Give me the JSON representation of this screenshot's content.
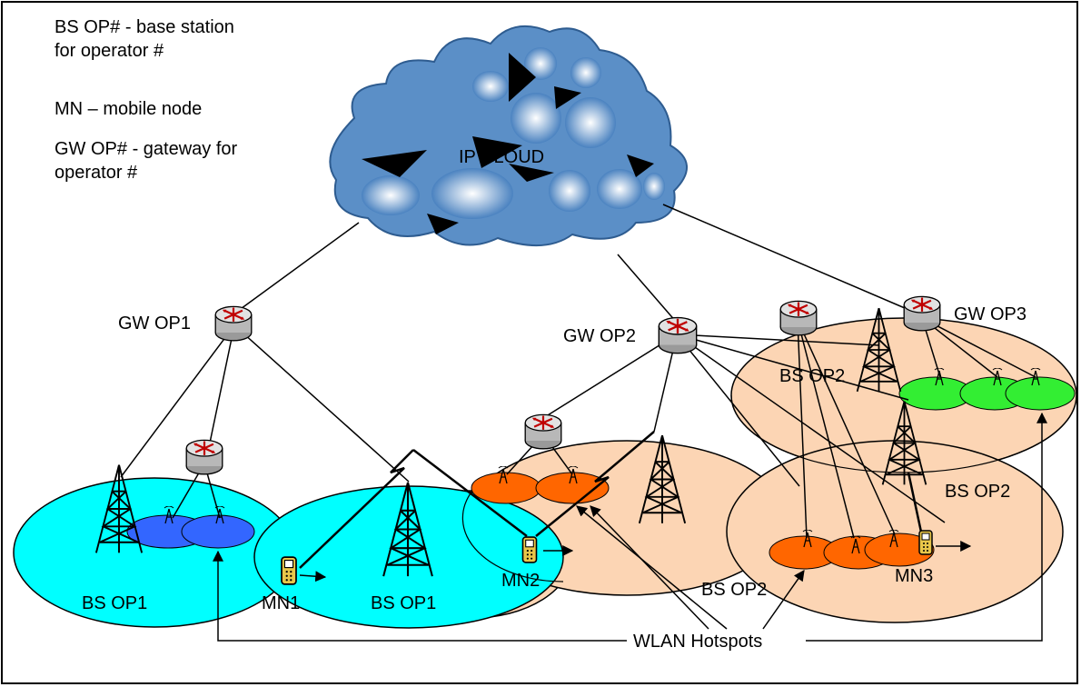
{
  "legend": {
    "bs_line1": "BS OP# - base station",
    "bs_line2": "for operator #",
    "mn": "MN – mobile node",
    "gw_line1": "GW OP# - gateway for",
    "gw_line2": "operator #"
  },
  "labels": {
    "cloud": "IP CLOUD",
    "gw_op1": "GW OP1",
    "gw_op2": "GW OP2",
    "gw_op3": "GW OP3",
    "bs_op1_left": "BS OP1",
    "bs_op1_mid": "BS OP1",
    "bs_op2_mid": "BS OP2",
    "bs_op2_upper": "BS OP2",
    "bs_op2_right": "BS OP2",
    "mn1": "MN1",
    "mn2": "MN2",
    "mn3": "MN3",
    "wlan": "WLAN Hotspots"
  },
  "colors": {
    "op1_cell": "#00ffff",
    "op2_cell": "#fcd5b4",
    "op1_hotspot": "#3366ff",
    "op2_hotspot": "#ff6600",
    "op3_hotspot": "#33ee33",
    "cloud": "#5b8fc7"
  }
}
